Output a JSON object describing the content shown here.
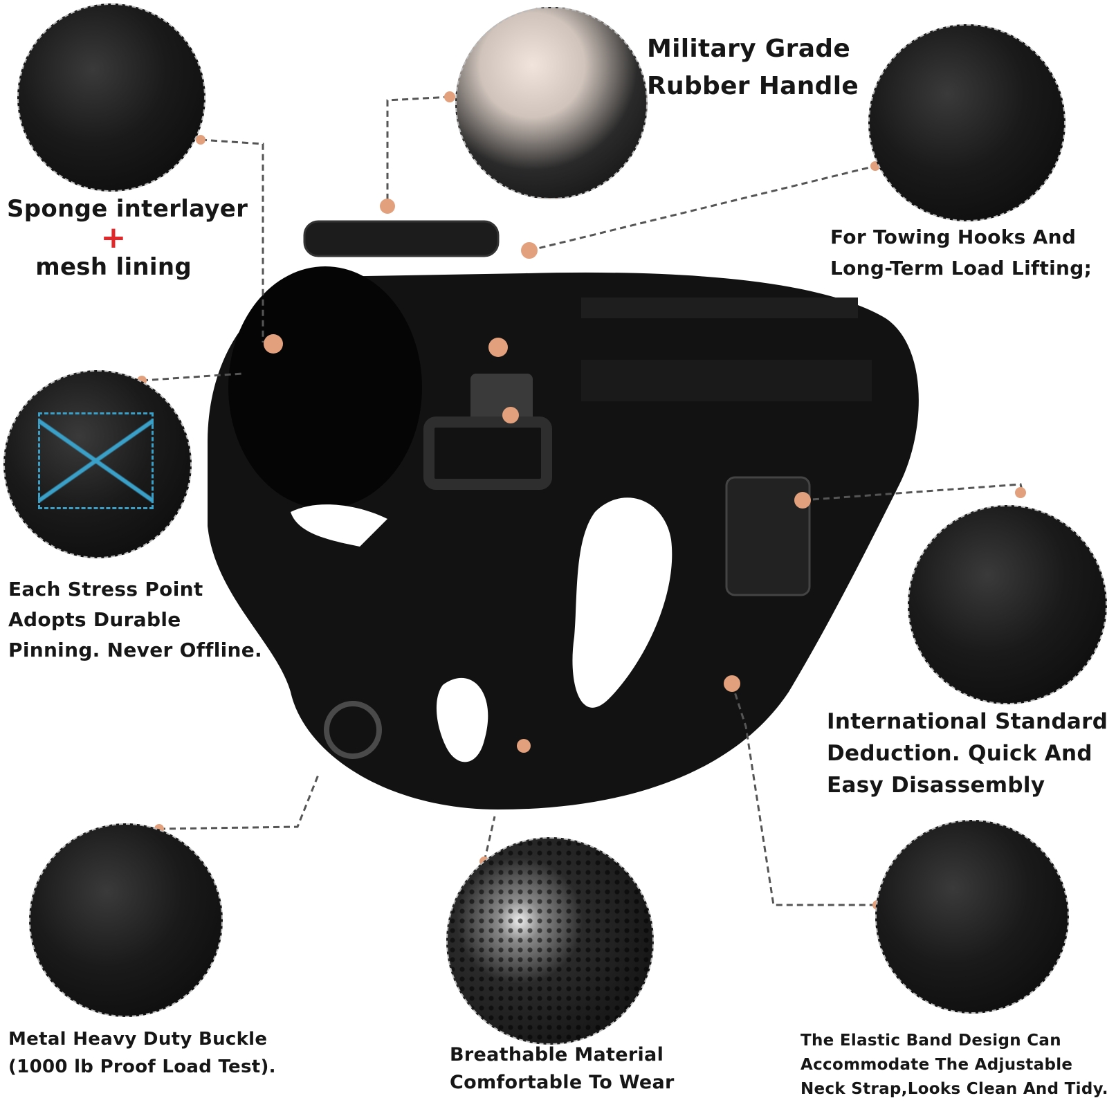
{
  "features": {
    "handle": {
      "lines": [
        "Military Grade",
        "Rubber Handle"
      ]
    },
    "sponge": {
      "line1": "Sponge interlayer",
      "plus": "+",
      "line2": "mesh lining"
    },
    "towing": {
      "lines": [
        "For Towing Hooks And",
        "Long-Term Load Lifting;"
      ]
    },
    "stress": {
      "lines": [
        "Each Stress Point",
        "Adopts Durable",
        "Pinning. Never Offline."
      ]
    },
    "release": {
      "lines": [
        "International Standard",
        "Deduction. Quick And",
        "Easy Disassembly"
      ]
    },
    "buckle": {
      "lines": [
        "Metal Heavy Duty Buckle",
        "(1000 lb Proof Load Test)."
      ]
    },
    "breathable": {
      "lines": [
        "Breathable Material",
        "Comfortable To Wear"
      ]
    },
    "elastic": {
      "lines": [
        "The Elastic Band Design Can",
        "Accommodate The Adjustable",
        "Neck Strap,Looks Clean And Tidy."
      ]
    }
  },
  "colors": {
    "callout_dot": "#e3a07c",
    "plus": "#e0282a",
    "harness": "#111111",
    "stitch": "#3aa0c8"
  }
}
